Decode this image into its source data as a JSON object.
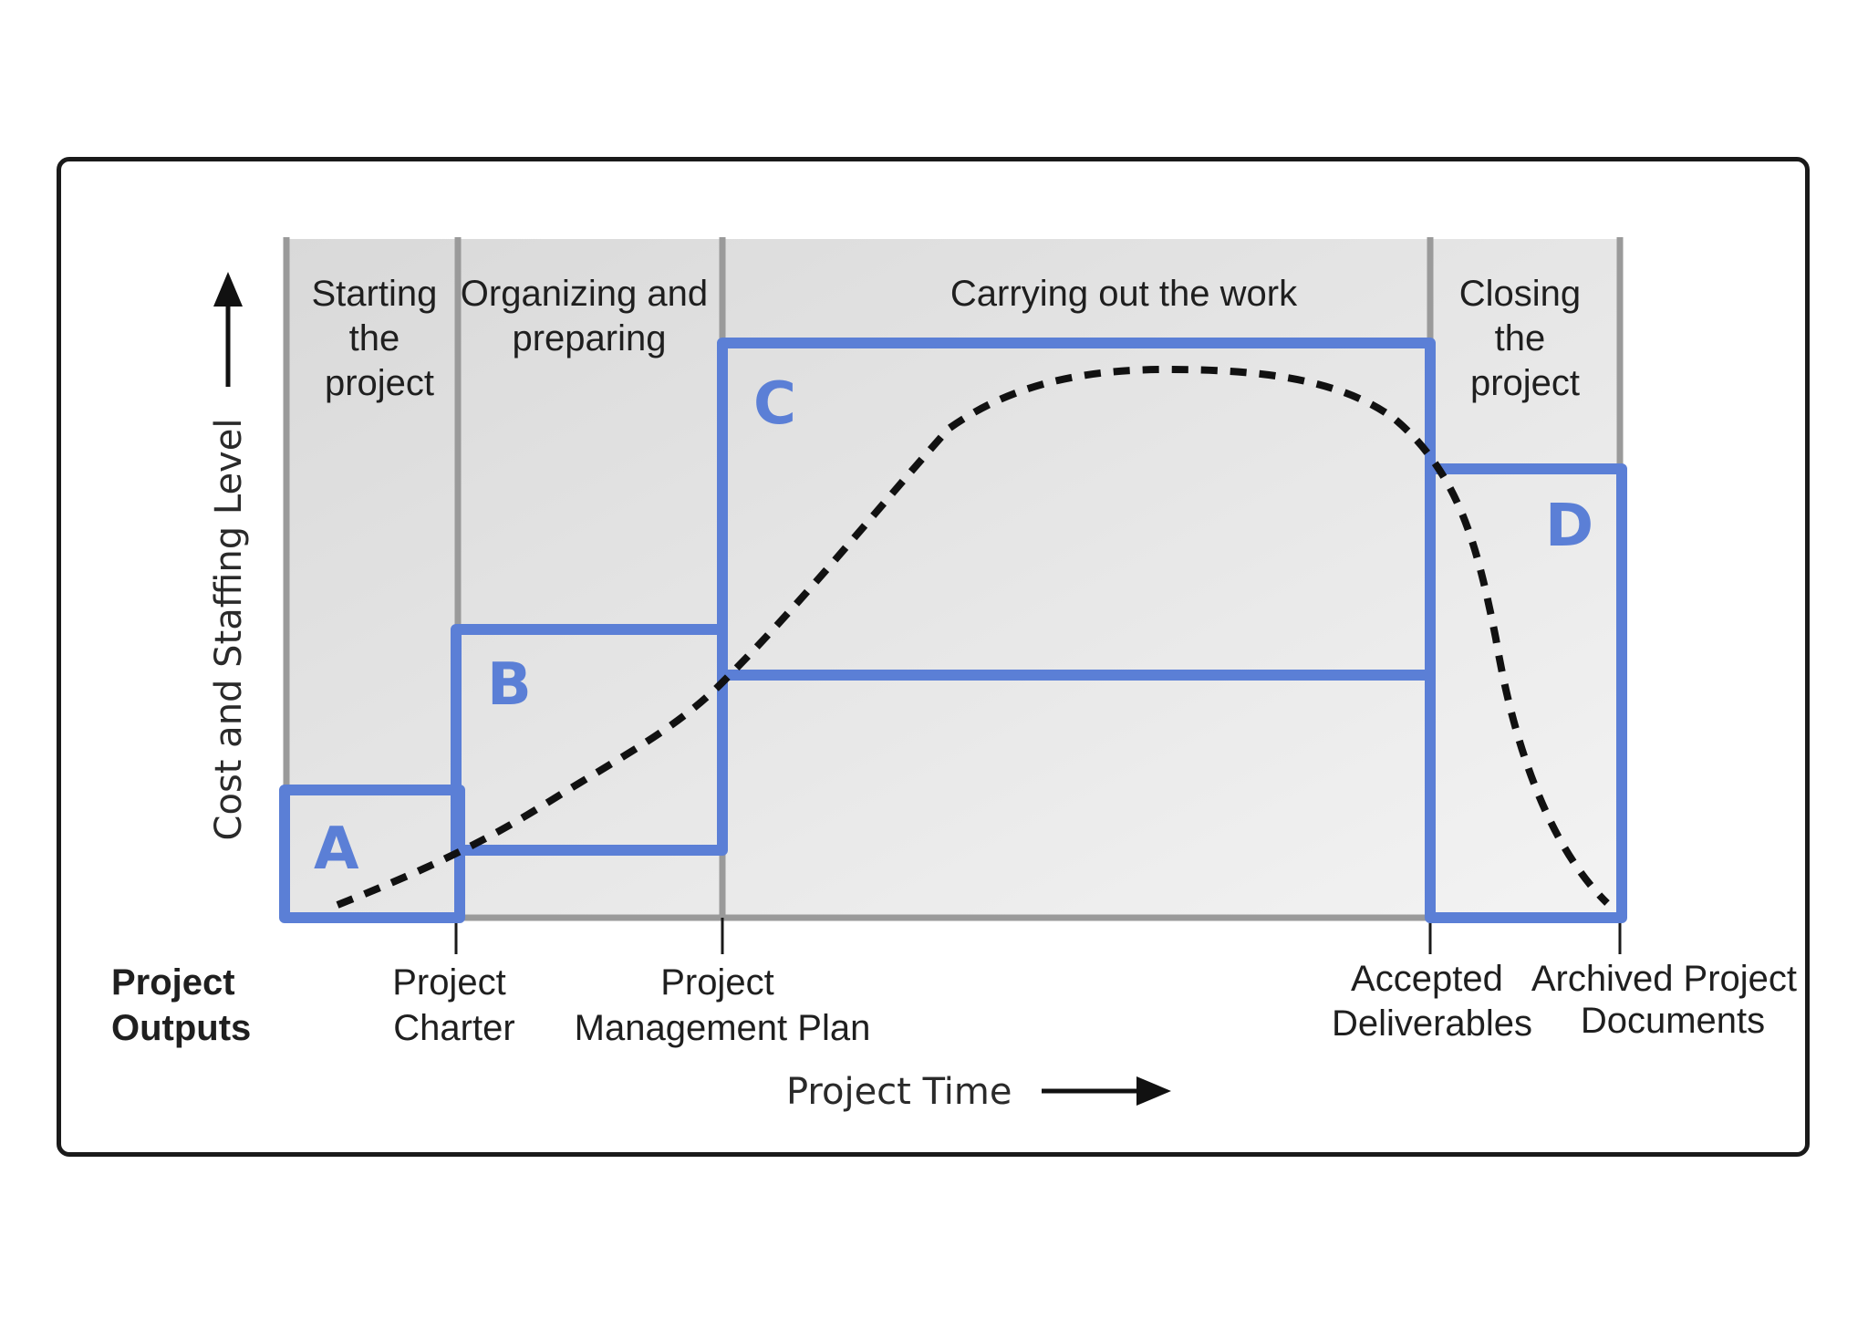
{
  "diagram": {
    "y_axis_label": "Cost and Staffing Level",
    "x_axis_label": "Project Time",
    "phases": [
      {
        "lines": [
          "Starting",
          "the",
          "project"
        ]
      },
      {
        "lines": [
          "Organizing and",
          "preparing"
        ]
      },
      {
        "lines": [
          "Carrying out the work"
        ]
      },
      {
        "lines": [
          "Closing",
          "the",
          "project"
        ]
      }
    ],
    "outputs_heading": [
      "Project",
      "Outputs"
    ],
    "outputs": [
      {
        "lines": [
          "Project",
          "Charter"
        ]
      },
      {
        "lines": [
          "Project",
          "Management Plan"
        ]
      },
      {
        "lines": [
          "Accepted",
          "Deliverables"
        ]
      },
      {
        "lines": [
          "Archived Project",
          "Documents"
        ]
      }
    ],
    "boxes": [
      {
        "letter": "A"
      },
      {
        "letter": "B"
      },
      {
        "letter": "C"
      },
      {
        "letter": "D"
      }
    ],
    "colors": {
      "box_stroke": "#5b7fd6",
      "box_letter": "#5b7fd6",
      "phase_background": "#e6e6e6",
      "phase_divider": "#9a9a9a",
      "curve": "#111111"
    }
  }
}
